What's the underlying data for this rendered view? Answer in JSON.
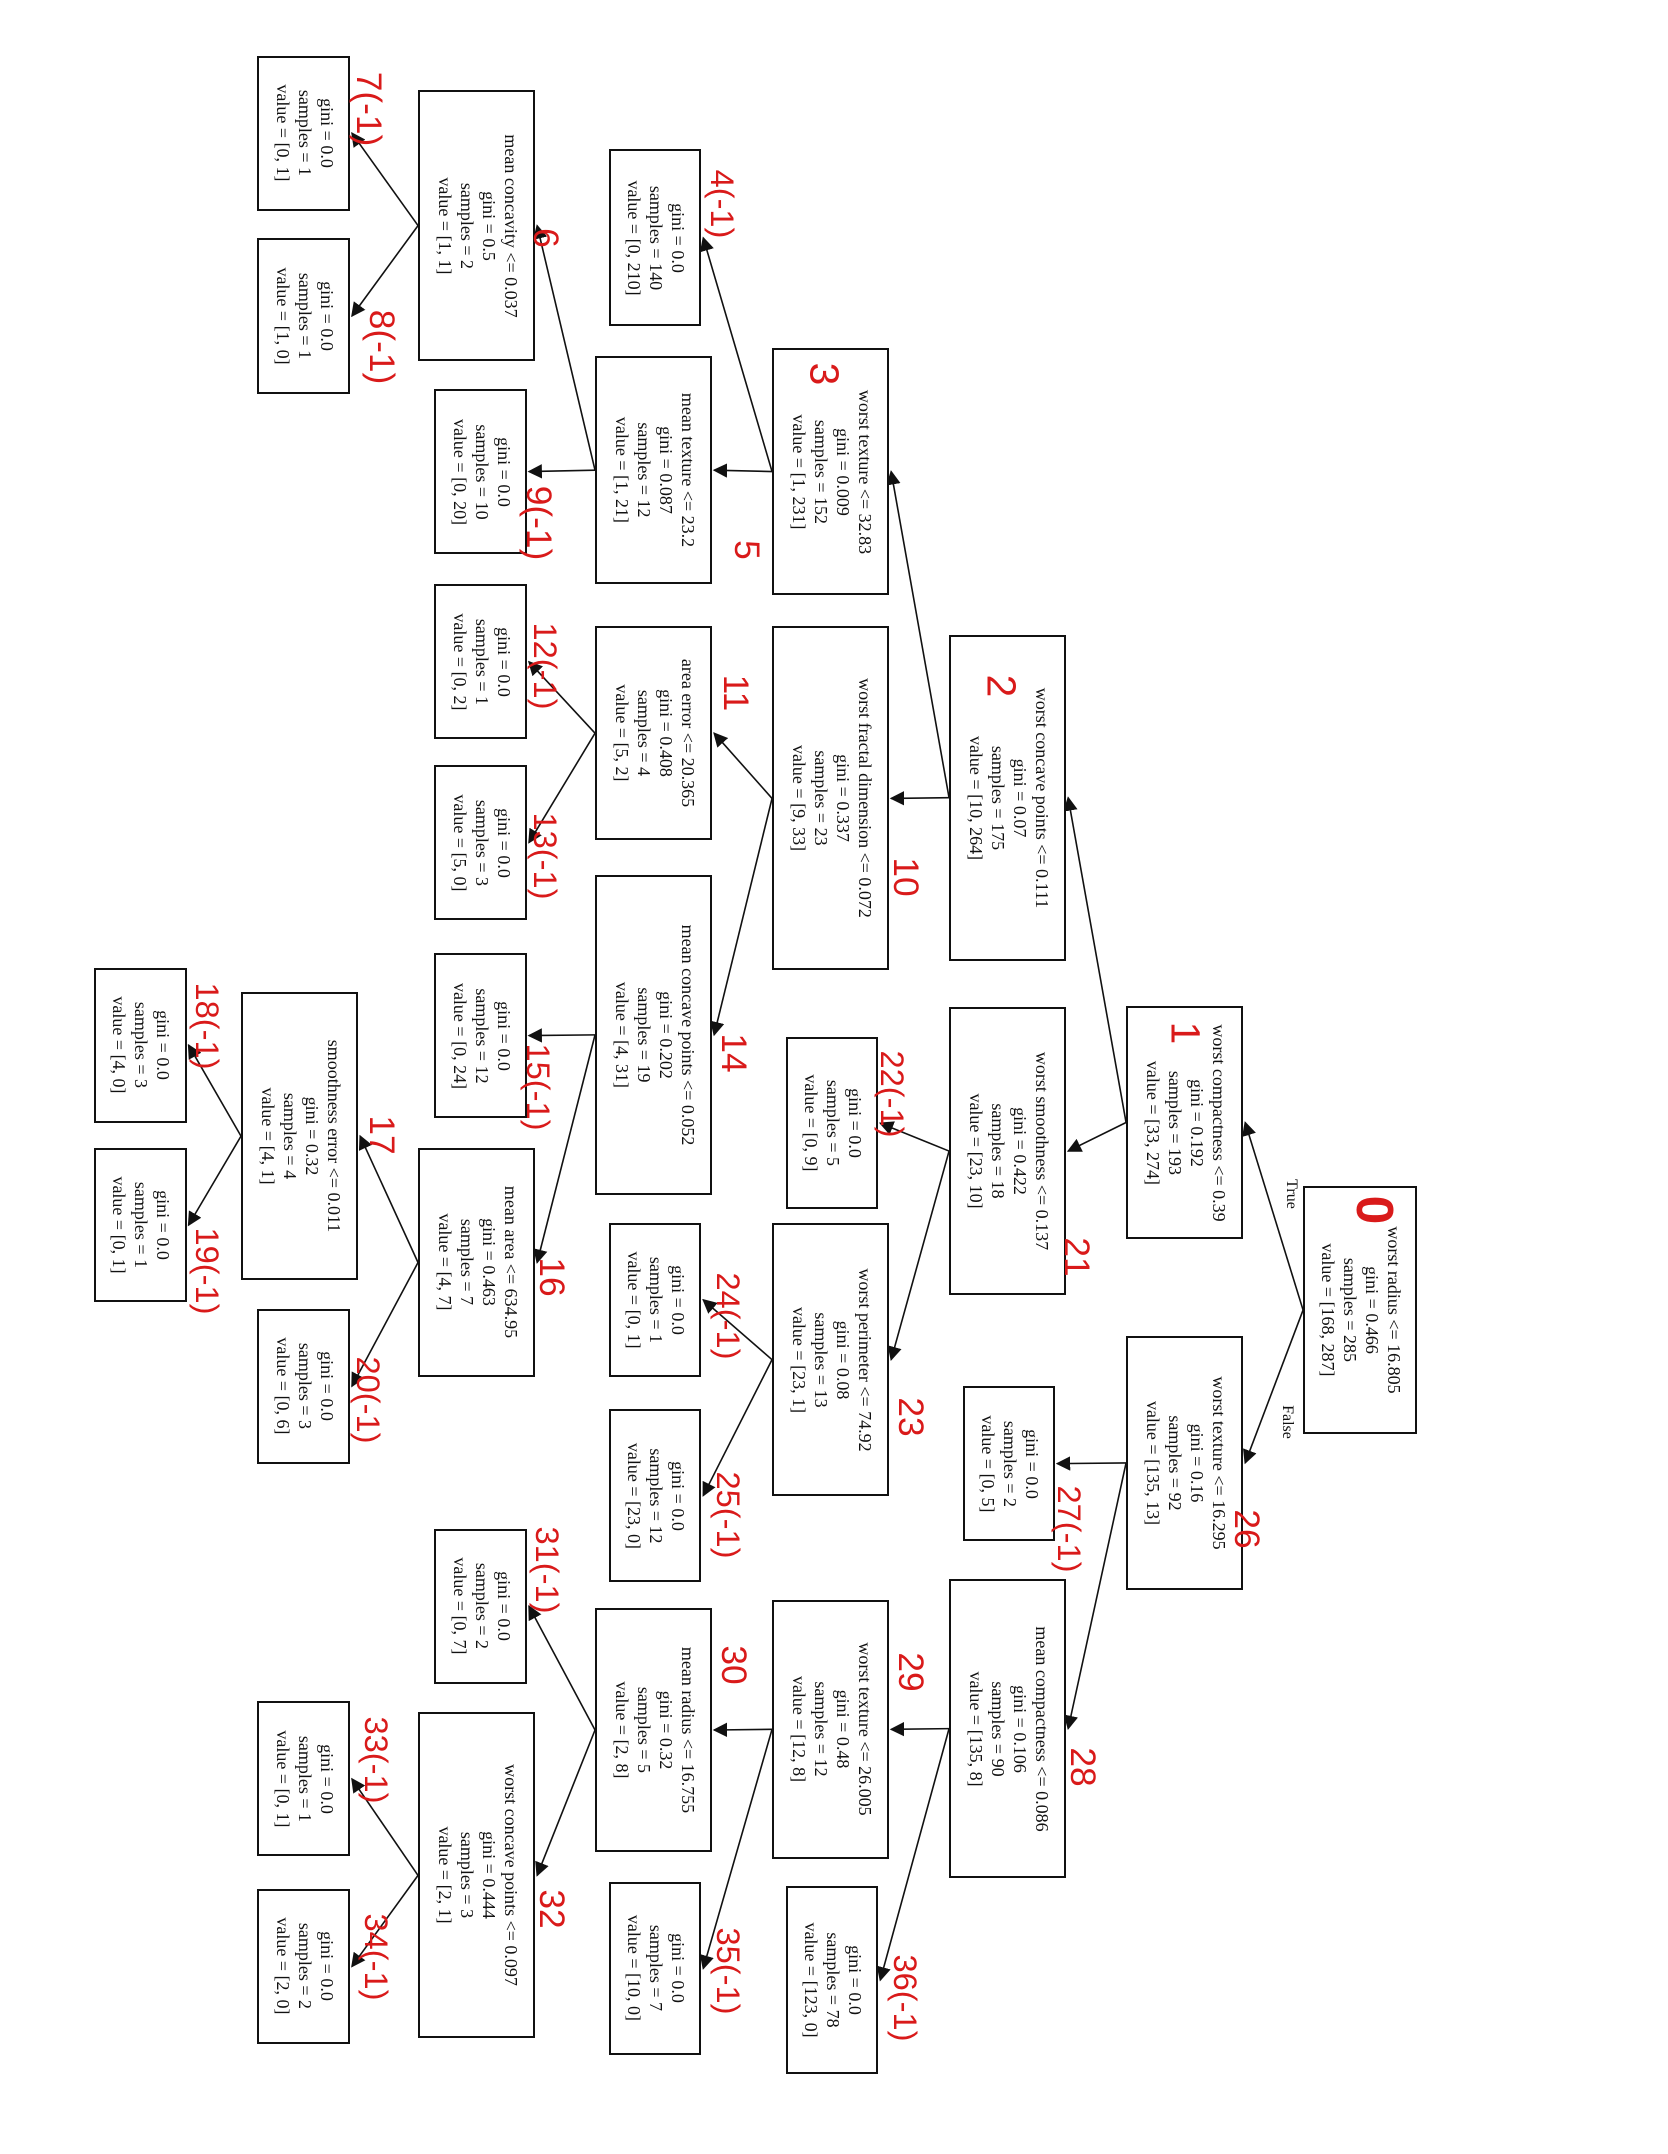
{
  "nodes": [
    {
      "id": 0,
      "tag": "0",
      "lines": [
        "worst radius <= 16.805",
        "gini = 0.466",
        "samples = 285",
        "value = [168, 287]"
      ]
    },
    {
      "id": 1,
      "tag": "1",
      "lines": [
        "worst compactness <= 0.39",
        "gini = 0.192",
        "samples = 193",
        "value = [33, 274]"
      ]
    },
    {
      "id": 2,
      "tag": "2",
      "lines": [
        "worst concave points <= 0.111",
        "gini = 0.07",
        "samples = 175",
        "value = [10, 264]"
      ]
    },
    {
      "id": 3,
      "tag": "3",
      "lines": [
        "worst texture <= 32.83",
        "gini = 0.009",
        "samples = 152",
        "value = [1, 231]"
      ]
    },
    {
      "id": 4,
      "tag": "4(-1)",
      "lines": [
        "gini = 0.0",
        "samples = 140",
        "value = [0, 210]"
      ]
    },
    {
      "id": 5,
      "tag": "5",
      "lines": [
        "mean texture <= 23.2",
        "gini = 0.087",
        "samples = 12",
        "value = [1, 21]"
      ]
    },
    {
      "id": 6,
      "tag": "6",
      "lines": [
        "mean concavity <= 0.037",
        "gini = 0.5",
        "samples = 2",
        "value = [1, 1]"
      ]
    },
    {
      "id": 7,
      "tag": "7(-1)",
      "lines": [
        "gini = 0.0",
        "samples = 1",
        "value = [0, 1]"
      ]
    },
    {
      "id": 8,
      "tag": "8(-1)",
      "lines": [
        "gini = 0.0",
        "samples = 1",
        "value = [1, 0]"
      ]
    },
    {
      "id": 9,
      "tag": "9(-1)",
      "lines": [
        "gini = 0.0",
        "samples = 10",
        "value = [0, 20]"
      ]
    },
    {
      "id": 10,
      "tag": "10",
      "lines": [
        "worst fractal dimension <= 0.072",
        "gini = 0.337",
        "samples = 23",
        "value = [9, 33]"
      ]
    },
    {
      "id": 11,
      "tag": "11",
      "lines": [
        "area error <= 20.365",
        "gini = 0.408",
        "samples = 4",
        "value = [5, 2]"
      ]
    },
    {
      "id": 12,
      "tag": "12(-1)",
      "lines": [
        "gini = 0.0",
        "samples = 1",
        "value = [0, 2]"
      ]
    },
    {
      "id": 13,
      "tag": "13(-1)",
      "lines": [
        "gini = 0.0",
        "samples = 3",
        "value = [5, 0]"
      ]
    },
    {
      "id": 14,
      "tag": "14",
      "lines": [
        "mean concave points <= 0.052",
        "gini = 0.202",
        "samples = 19",
        "value = [4, 31]"
      ]
    },
    {
      "id": 15,
      "tag": "15(-1)",
      "lines": [
        "gini = 0.0",
        "samples = 12",
        "value = [0, 24]"
      ]
    },
    {
      "id": 16,
      "tag": "16",
      "lines": [
        "mean area <= 634.95",
        "gini = 0.463",
        "samples = 7",
        "value = [4, 7]"
      ]
    },
    {
      "id": 17,
      "tag": "17",
      "lines": [
        "smoothness error <= 0.011",
        "gini = 0.32",
        "samples = 4",
        "value = [4, 1]"
      ]
    },
    {
      "id": 18,
      "tag": "18(-1)",
      "lines": [
        "gini = 0.0",
        "samples = 3",
        "value = [4, 0]"
      ]
    },
    {
      "id": 19,
      "tag": "19(-1)",
      "lines": [
        "gini = 0.0",
        "samples = 1",
        "value = [0, 1]"
      ]
    },
    {
      "id": 20,
      "tag": "20(-1)",
      "lines": [
        "gini = 0.0",
        "samples = 3",
        "value = [0, 6]"
      ]
    },
    {
      "id": 21,
      "tag": "21",
      "lines": [
        "worst smoothness <= 0.137",
        "gini = 0.422",
        "samples = 18",
        "value = [23, 10]"
      ]
    },
    {
      "id": 22,
      "tag": "22(-1)",
      "lines": [
        "gini = 0.0",
        "samples = 5",
        "value = [0, 9]"
      ]
    },
    {
      "id": 23,
      "tag": "23",
      "lines": [
        "worst perimeter <= 74.92",
        "gini = 0.08",
        "samples = 13",
        "value = [23, 1]"
      ]
    },
    {
      "id": 24,
      "tag": "24(-1)",
      "lines": [
        "gini = 0.0",
        "samples = 1",
        "value = [0, 1]"
      ]
    },
    {
      "id": 25,
      "tag": "25(-1)",
      "lines": [
        "gini = 0.0",
        "samples = 12",
        "value = [23, 0]"
      ]
    },
    {
      "id": 26,
      "tag": "26",
      "lines": [
        "worst texture <= 16.295",
        "gini = 0.16",
        "samples = 92",
        "value = [135, 13]"
      ]
    },
    {
      "id": 27,
      "tag": "27(-1)",
      "lines": [
        "gini = 0.0",
        "samples = 2",
        "value = [0, 5]"
      ]
    },
    {
      "id": 28,
      "tag": "28",
      "lines": [
        "mean compactness <= 0.086",
        "gini = 0.106",
        "samples = 90",
        "value = [135, 8]"
      ]
    },
    {
      "id": 29,
      "tag": "29",
      "lines": [
        "worst texture <= 26.005",
        "gini = 0.48",
        "samples = 12",
        "value = [12, 8]"
      ]
    },
    {
      "id": 30,
      "tag": "30",
      "lines": [
        "mean radius <= 16.755",
        "gini = 0.32",
        "samples = 5",
        "value = [2, 8]"
      ]
    },
    {
      "id": 31,
      "tag": "31(-1)",
      "lines": [
        "gini = 0.0",
        "samples = 2",
        "value = [0, 7]"
      ]
    },
    {
      "id": 32,
      "tag": "32",
      "lines": [
        "worst concave points <= 0.097",
        "gini = 0.444",
        "samples = 3",
        "value = [2, 1]"
      ]
    },
    {
      "id": 33,
      "tag": "33(-1)",
      "lines": [
        "gini = 0.0",
        "samples = 1",
        "value = [0, 1]"
      ]
    },
    {
      "id": 34,
      "tag": "34(-1)",
      "lines": [
        "gini = 0.0",
        "samples = 2",
        "value = [2, 0]"
      ]
    },
    {
      "id": 35,
      "tag": "35(-1)",
      "lines": [
        "gini = 0.0",
        "samples = 7",
        "value = [10, 0]"
      ]
    },
    {
      "id": 36,
      "tag": "36(-1)",
      "lines": [
        "gini = 0.0",
        "samples = 78",
        "value = [123, 0]"
      ]
    }
  ],
  "edges": [
    [
      0,
      1
    ],
    [
      0,
      26
    ],
    [
      1,
      2
    ],
    [
      1,
      21
    ],
    [
      2,
      3
    ],
    [
      2,
      10
    ],
    [
      3,
      4
    ],
    [
      3,
      5
    ],
    [
      5,
      6
    ],
    [
      5,
      9
    ],
    [
      6,
      7
    ],
    [
      6,
      8
    ],
    [
      10,
      11
    ],
    [
      10,
      14
    ],
    [
      11,
      12
    ],
    [
      11,
      13
    ],
    [
      14,
      15
    ],
    [
      14,
      16
    ],
    [
      16,
      17
    ],
    [
      16,
      20
    ],
    [
      17,
      18
    ],
    [
      17,
      19
    ],
    [
      21,
      22
    ],
    [
      21,
      23
    ],
    [
      23,
      24
    ],
    [
      23,
      25
    ],
    [
      26,
      27
    ],
    [
      26,
      28
    ],
    [
      28,
      29
    ],
    [
      28,
      36
    ],
    [
      29,
      30
    ],
    [
      29,
      35
    ],
    [
      30,
      31
    ],
    [
      30,
      32
    ],
    [
      32,
      33
    ],
    [
      32,
      34
    ]
  ],
  "edge_labels": {
    "true_label": "True",
    "false_label": "False"
  },
  "colors": {
    "ink": "#111111",
    "annotation": "#d91a1a"
  }
}
